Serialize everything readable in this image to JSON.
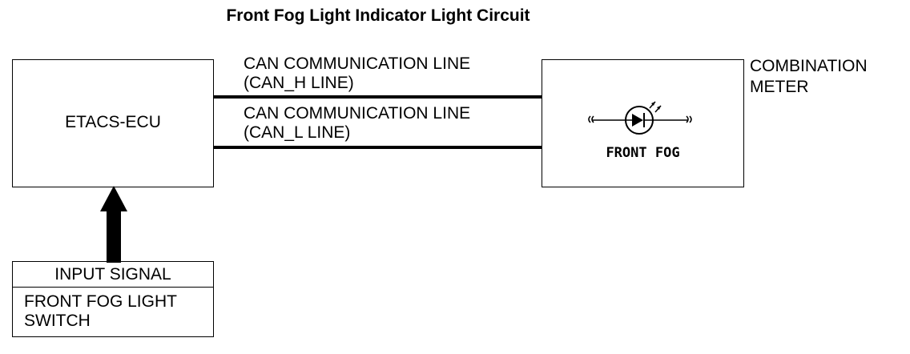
{
  "title": "Front Fog Light Indicator Light Circuit",
  "ecu": {
    "label": "ETACS-ECU"
  },
  "can_h": {
    "line1": "CAN COMMUNICATION LINE",
    "line2": "(CAN_H LINE)"
  },
  "can_l": {
    "line1": "CAN COMMUNICATION LINE",
    "line2": "(CAN_L LINE)"
  },
  "meter": {
    "name_line1": "COMBINATION",
    "name_line2": "METER",
    "indicator_label": "FRONT FOG",
    "indicator_icon": "led-icon"
  },
  "input": {
    "header": "INPUT SIGNAL",
    "line1": "FRONT FOG LIGHT",
    "line2": "SWITCH"
  }
}
